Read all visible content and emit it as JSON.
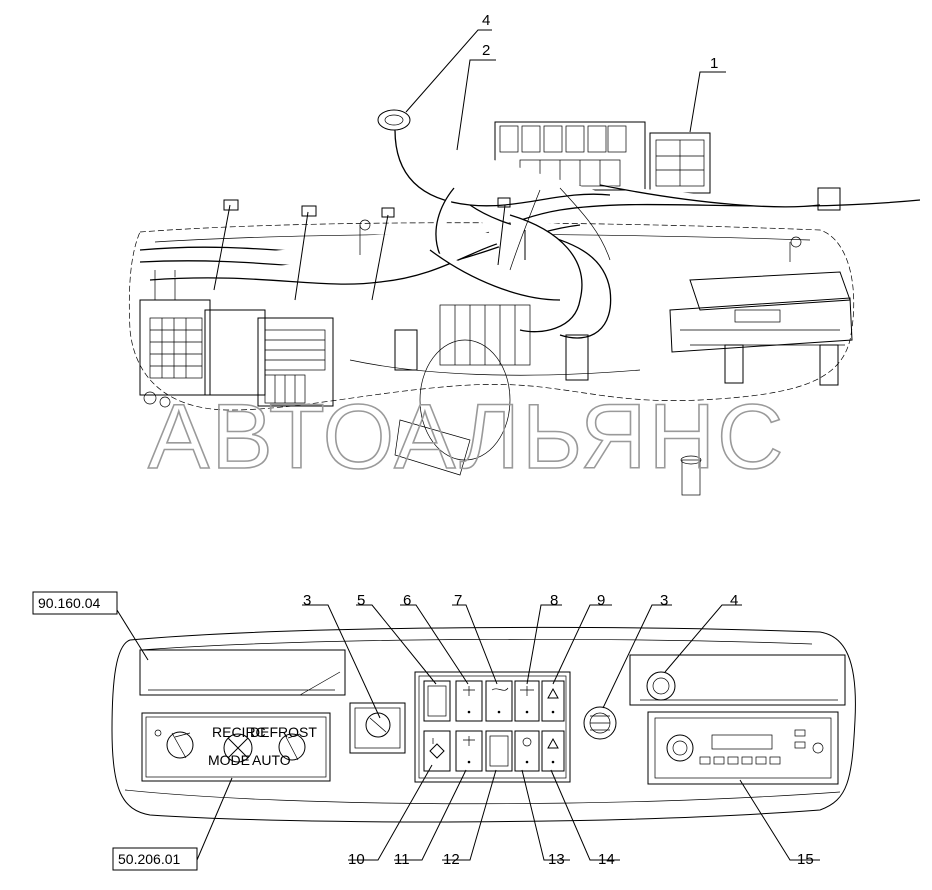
{
  "watermark": "АВТОАЛЬЯНС",
  "top_callouts": [
    "4",
    "2",
    "1"
  ],
  "bottom_callouts_top": [
    "3",
    "5",
    "6",
    "7",
    "8",
    "9",
    "3",
    "4"
  ],
  "bottom_callouts_bottom": [
    "10",
    "11",
    "12",
    "13",
    "14",
    "15"
  ],
  "references": [
    "90.160.04",
    "50.206.01"
  ],
  "climate_labels": [
    "RECIRC",
    "MODE",
    "DEFROST",
    "AUTO"
  ]
}
